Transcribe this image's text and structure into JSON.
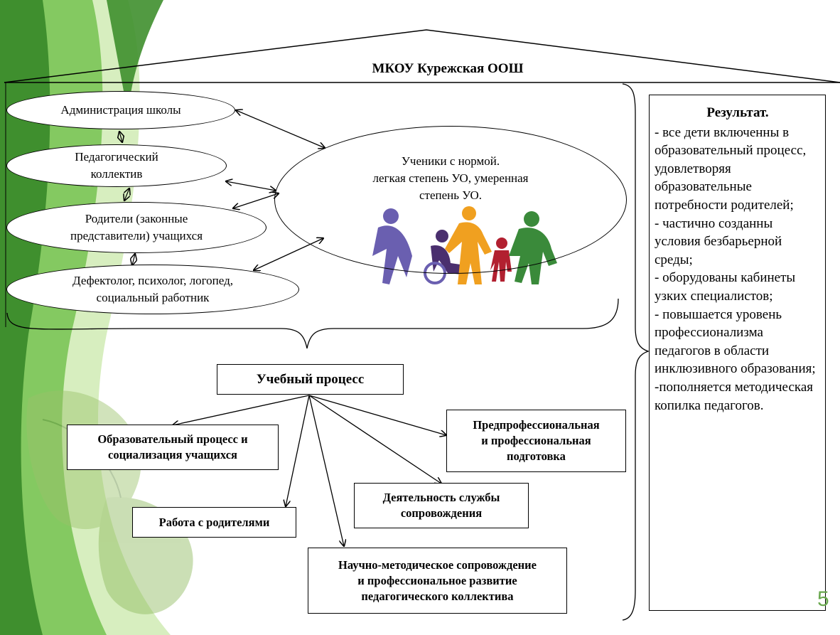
{
  "title": "МКОУ Курежская ООШ",
  "nodes": {
    "administration": "Администрация школы",
    "teachers": "Педагогический\nколлектив",
    "parents": "Родители (законные\nпредставители) учащихся",
    "specialists": "Дефектолог, психолог, логопед,\nсоциальный работник",
    "students": "Ученики с нормой.\nлегкая степень УО, умеренная\nстепень УО."
  },
  "process": {
    "center": "Учебный процесс",
    "education": "Образовательный процесс и\nсоциализация учащихся",
    "preprofessional": "Предпрофессиональная\nи профессиональная\nподготовка",
    "support_service": "Деятельность службы\nсопровождения",
    "parents_work": "Работа с родителями",
    "methodical": "Научно-методическое сопровождение\nи профессиональное развитие\nпедагогического коллектива"
  },
  "result": {
    "title": "Результат.",
    "text": "- все дети включенны в образовательный процесс, удовлетворяя образовательные потребности родителей;\n- частично созданны условия безбарьерной среды;\n- оборудованы кабинеты узких специалистов;\n- повышается уровень профессионализма педагогов в области инклюзивного образования;\n-пополняется методическая копилка педагогов."
  },
  "page_number": "5",
  "colors": {
    "green_dark": "#3f8f2e",
    "green_light": "#9fd26a",
    "figure_purple": "#6a5fb0",
    "figure_darkpurple": "#4a2f6e",
    "figure_orange": "#f0a020",
    "figure_red": "#b22030",
    "figure_green": "#3a8a3a"
  },
  "icons": [
    "family-inclusion-icon",
    "green-swoosh-decoration",
    "butterfly-decoration"
  ]
}
